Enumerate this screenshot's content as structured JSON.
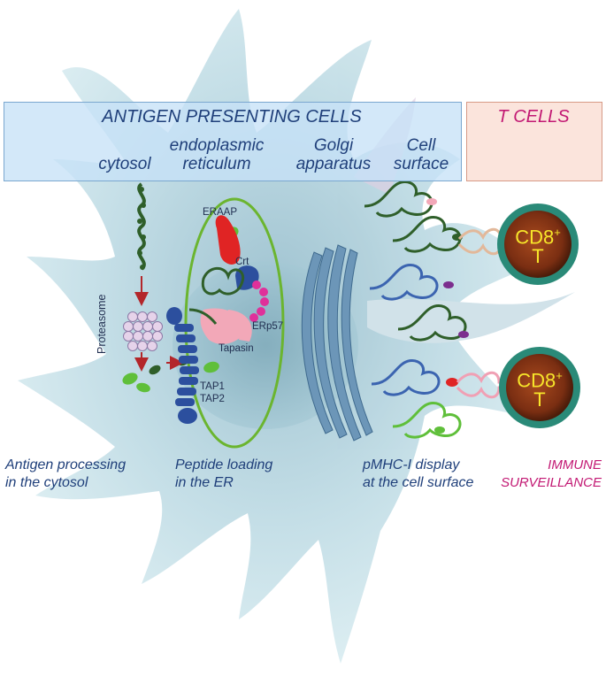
{
  "header": {
    "apc": "ANTIGEN PRESENTING CELLS",
    "tcells": "T CELLS"
  },
  "compartments": {
    "cytosol": "cytosol",
    "er_line1": "endoplasmic",
    "er_line2": "reticulum",
    "golgi_line1": "Golgi",
    "golgi_line2": "apparatus",
    "surface_line1": "Cell",
    "surface_line2": "surface"
  },
  "molecules": {
    "proteasome": "Proteasome",
    "eraap": "ERAAP",
    "crt": "Crt",
    "erp57": "ERp57",
    "tapasin": "Tapasin",
    "tap1": "TAP1",
    "tap2": "TAP2"
  },
  "tcell": {
    "label": "CD8",
    "sup": "+",
    "sub": "T"
  },
  "steps": {
    "step1_line1": "Antigen processing",
    "step1_line2": "in the cytosol",
    "step2_line1": "Peptide loading",
    "step2_line2": "in the ER",
    "step3_line1": "pMHC-I display",
    "step3_line2": "at the cell surface",
    "step4_line1": "IMMUNE",
    "step4_line2": "SURVEILLANCE"
  },
  "colors": {
    "header_blue": "#1f3f7a",
    "tcell_magenta": "#c21873",
    "er_outline": "#6bb52f",
    "mhc_dark_green": "#2f5f2a",
    "mhc_blue": "#3b64b0",
    "tap_blue": "#2c4f9e",
    "eraap_red": "#e02424",
    "erp57_magenta": "#e0309a",
    "tapasin_pink": "#f2a8b8",
    "tcr_tan": "#e2b89a",
    "tcr_pink": "#f0a0b4"
  }
}
